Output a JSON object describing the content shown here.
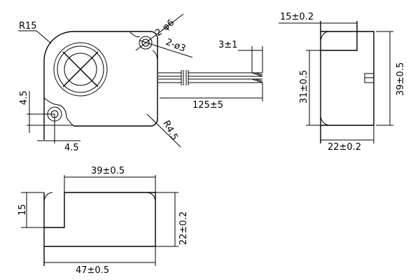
{
  "front_view": {
    "corner_radius_label": "R15",
    "large_hole_label": "2-φ6",
    "small_hole_label": "2-ø3",
    "lead_strip_label": "3±1",
    "lead_length_label": "125±5",
    "small_radius_label": "R4.5",
    "hole_vertical_offset_label": "4.5",
    "hole_horizontal_offset_label": "4.5"
  },
  "side_view": {
    "top_width_label": "15±0.2",
    "inner_height_label": "31±0.5",
    "total_height_label": "39±0.5",
    "width_label": "22±0.2"
  },
  "bottom_view": {
    "top_length_label": "39±0.5",
    "notch_label": "15",
    "height_label": "22±0.2",
    "total_length_label": "47±0.5"
  }
}
